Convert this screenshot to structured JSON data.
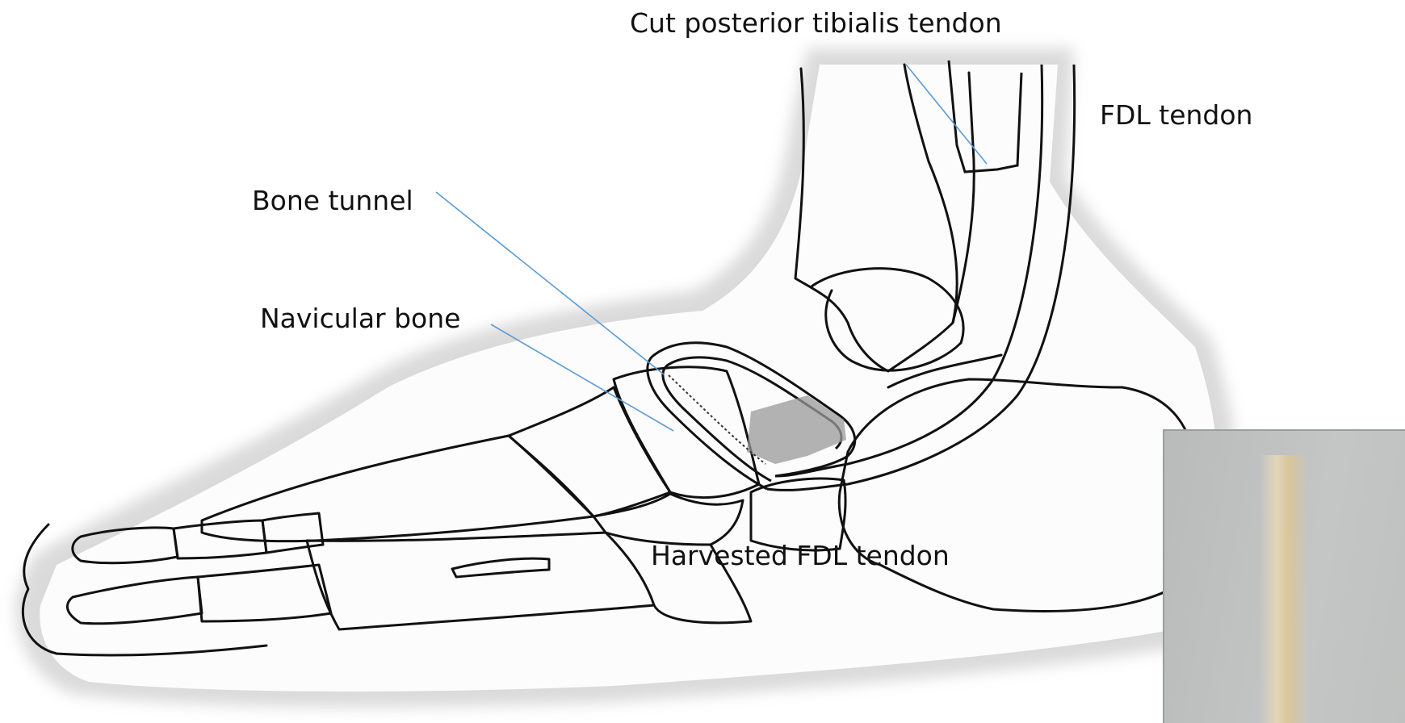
{
  "labels": {
    "cut_posterior_tibialis": "Cut posterior tibialis tendon",
    "fdl_tendon": "FDL tendon",
    "bone_tunnel": "Bone tunnel",
    "navicular_bone": "Navicular bone",
    "harvested_fdl": "Harvested FDL tendon"
  },
  "colors": {
    "leader_line": "#5b9bd5",
    "outline": "#111111",
    "skin_shadow": "#c9c9c9",
    "tendon_fill": "#f5f5f5",
    "inset_bg": "#bfc1c1"
  }
}
